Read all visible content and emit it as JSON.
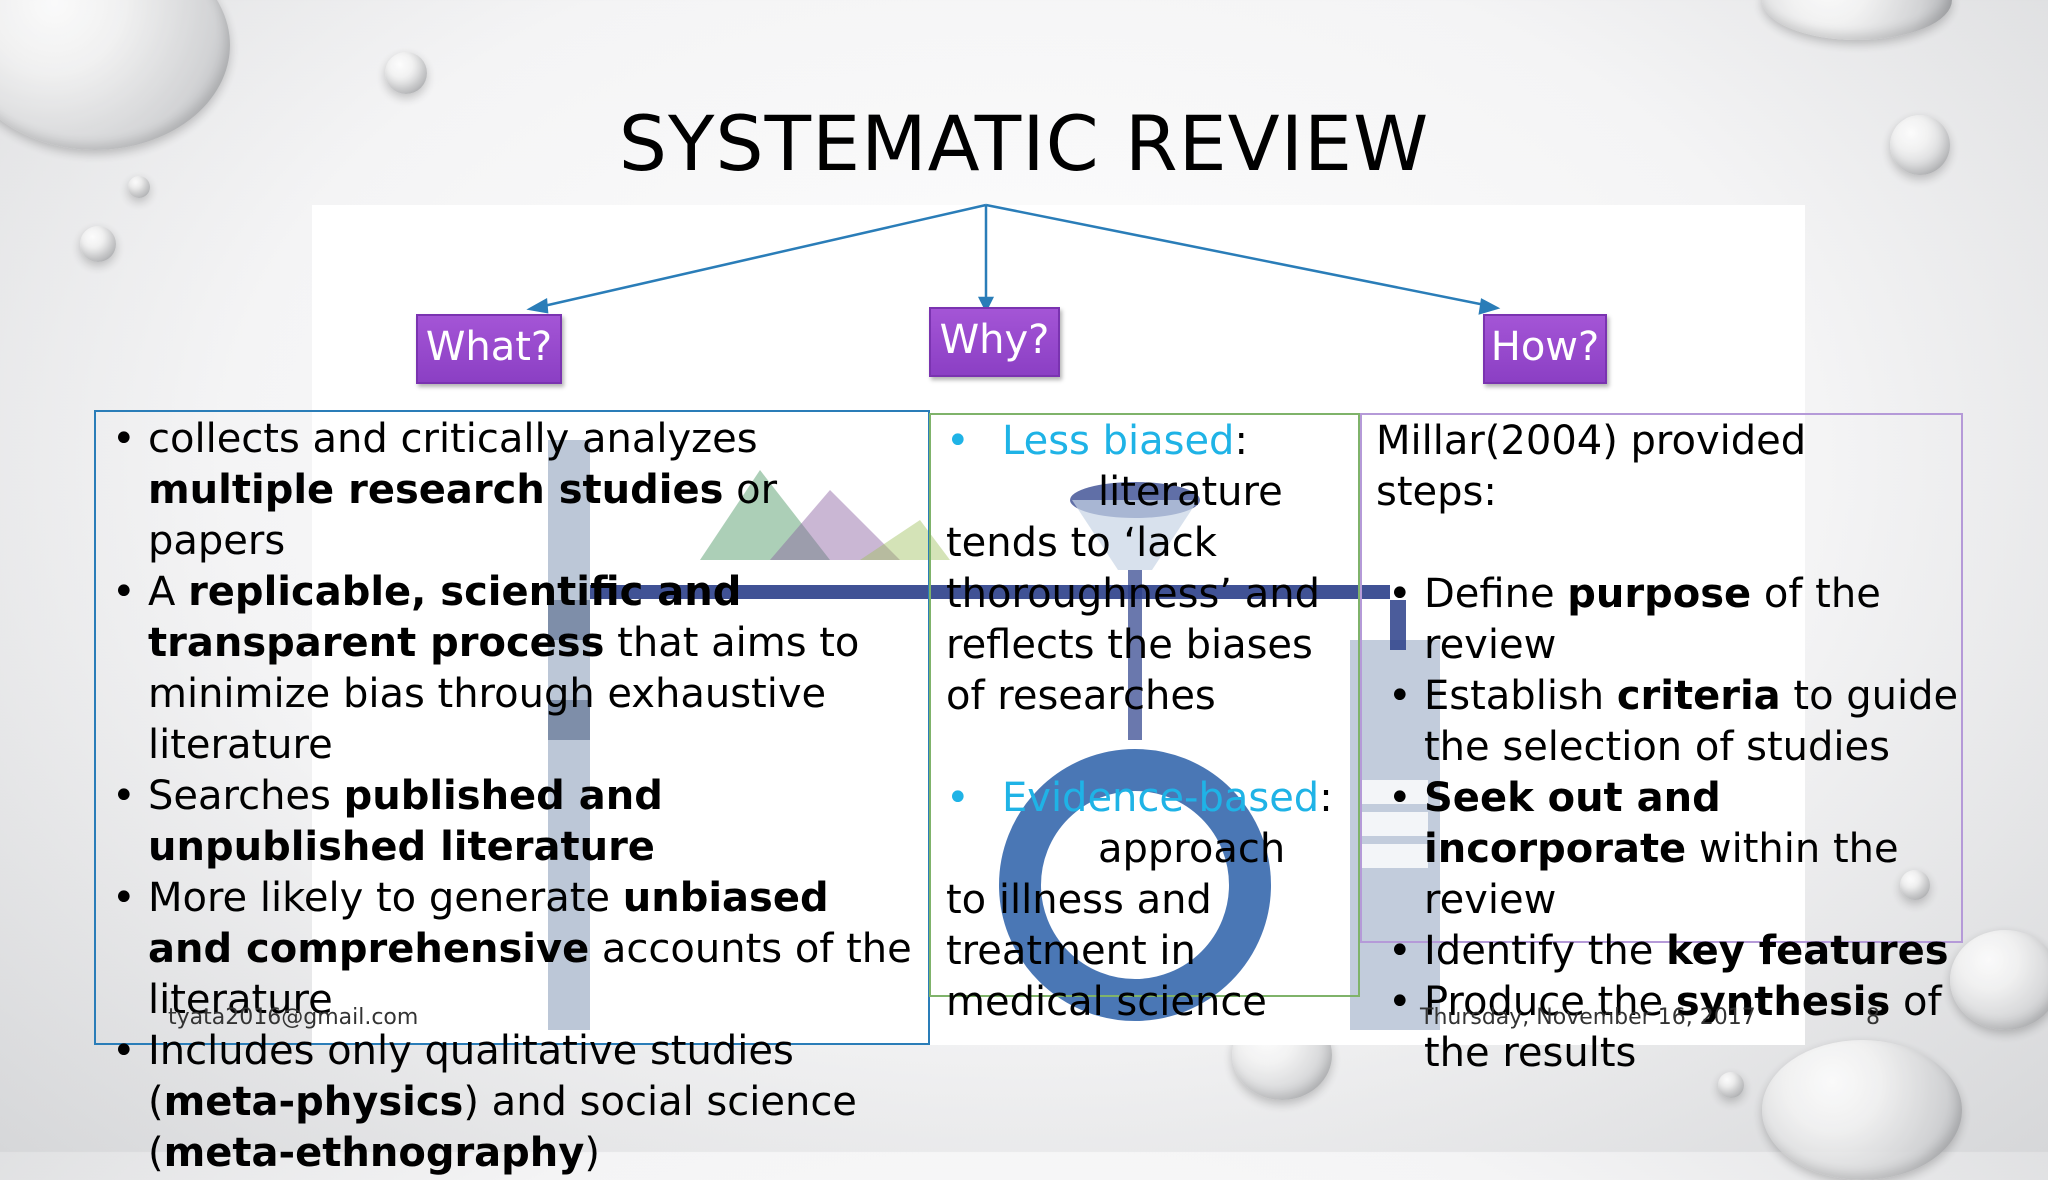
{
  "slide": {
    "title": "SYSTEMATIC REVIEW",
    "questions": {
      "what": "What?",
      "why": "Why?",
      "how": "How?"
    },
    "what": {
      "items": [
        [
          {
            "t": "collects and critically analyzes "
          },
          {
            "t": "multiple research studies",
            "b": true
          },
          {
            "t": " or papers"
          }
        ],
        [
          {
            "t": "A "
          },
          {
            "t": "replicable, scientific and transparent process",
            "b": true
          },
          {
            "t": " that aims to minimize bias through exhaustive literature"
          }
        ],
        [
          {
            "t": "Searches "
          },
          {
            "t": "published and unpublished literature",
            "b": true
          }
        ],
        [
          {
            "t": "More likely to generate "
          },
          {
            "t": "unbiased and comprehensive",
            "b": true
          },
          {
            "t": " accounts of the literature"
          }
        ],
        [
          {
            "t": "Includes only qualitative studies ("
          },
          {
            "t": "meta-physics",
            "b": true
          },
          {
            "t": ") and social science ("
          },
          {
            "t": "meta-ethnography",
            "b": true
          },
          {
            "t": ")"
          }
        ]
      ]
    },
    "why": {
      "items": [
        {
          "head": "Less biased",
          "colon": ":",
          "lead": "literature",
          "rest": "tends to ‘lack thoroughness’ and reflects the biases of researches"
        },
        {
          "head": "Evidence-based",
          "colon": ":",
          "lead": "approach",
          "rest": "to illness and treatment in medical science"
        }
      ]
    },
    "how": {
      "intro": "Millar(2004) provided steps:",
      "items": [
        [
          {
            "t": "Define "
          },
          {
            "t": "purpose",
            "b": true
          },
          {
            "t": " of the review"
          }
        ],
        [
          {
            "t": "Establish "
          },
          {
            "t": "criteria",
            "b": true
          },
          {
            "t": " to guide the selection of studies"
          }
        ],
        [
          {
            "t": "Seek out and incorporate",
            "b": true
          },
          {
            "t": " within the review"
          }
        ],
        [
          {
            "t": "Identify the "
          },
          {
            "t": "key features",
            "b": true
          }
        ],
        [
          {
            "t": "Produce the "
          },
          {
            "t": "synthesis",
            "b": true
          },
          {
            "t": " of the results"
          }
        ]
      ]
    },
    "footer": {
      "email": "tyata2016@gmail.com",
      "date": "Thursday, November 16, 2017",
      "page": "8"
    },
    "colors": {
      "accent": "#1fb3e6",
      "question_box": "#9b4fd0",
      "arrows": "#2a7db8"
    }
  }
}
